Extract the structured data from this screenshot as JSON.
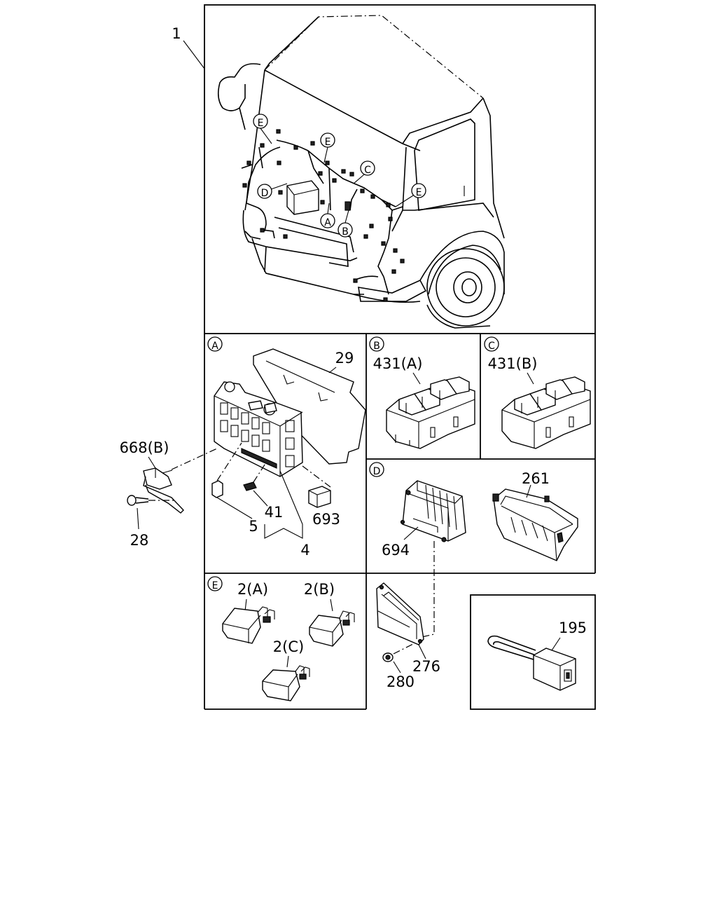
{
  "callouts": {
    "main": "1",
    "a_29": "29",
    "a_668b": "668(B)",
    "a_28": "28",
    "a_41": "41",
    "a_693": "693",
    "a_5": "5",
    "a_4": "4",
    "b_431a": "431(A)",
    "c_431b": "431(B)",
    "d_261": "261",
    "d_694": "694",
    "d_276": "276",
    "d_280": "280",
    "e_2a": "2(A)",
    "e_2b": "2(B)",
    "e_2c": "2(C)",
    "f_195": "195"
  },
  "detail_markers": {
    "a": "A",
    "b": "B",
    "c": "C",
    "d": "D",
    "e": "E"
  },
  "icons": [
    "cab-illustration",
    "fuse-box-icon",
    "relay-block-icon",
    "control-unit-icon",
    "relay-icon",
    "connector-icon",
    "bolt-icon",
    "nut-icon"
  ]
}
